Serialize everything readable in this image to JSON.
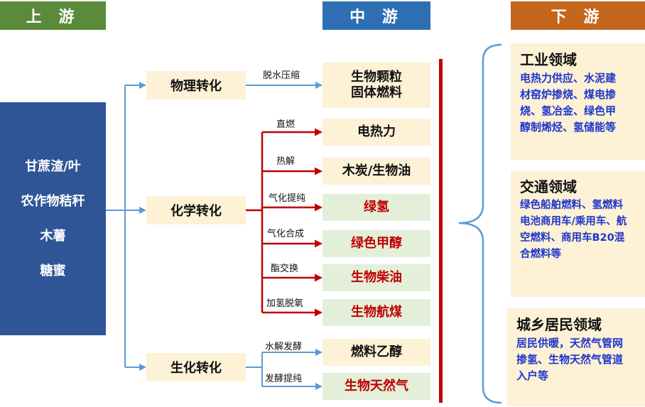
{
  "headers": {
    "upstream": "上 游",
    "midstream": "中 游",
    "downstream": "下 游"
  },
  "feedstocks": [
    "甘蔗渣/叶",
    "农作物秸秆",
    "木薯",
    "糖蜜"
  ],
  "processes": {
    "physical": "物理转化",
    "chemical": "化学转化",
    "biochemical": "生化转化"
  },
  "routes": {
    "dewater": "脱水压缩",
    "direct": "直燃",
    "pyrolysis": "热解",
    "gasify_purify": "气化提纯",
    "gasify_synth": "气化合成",
    "transester": "酯交换",
    "hydro_deox": "加氢脱氧",
    "hydrolysis_ferment": "水解发酵",
    "ferment_purify": "发酵提纯"
  },
  "products": {
    "pellet_line1": "生物颗粒",
    "pellet_line2": "固体燃料",
    "heat_power": "电热力",
    "charcoal_oil": "木炭/生物油",
    "green_h2": "绿氢",
    "green_methanol": "绿色甲醇",
    "biodiesel": "生物柴油",
    "saf": "生物航煤",
    "ethanol": "燃料乙醇",
    "biogas": "生物天然气"
  },
  "downstream": {
    "industry": {
      "title": "工业领域",
      "lines": [
        "电热力供应、水泥建",
        "材窑炉掺烧、煤电掺",
        "烧、氢冶金、绿色甲",
        "醇制烯烃、氢储能等"
      ]
    },
    "transport": {
      "title": "交通领域",
      "lines": [
        "绿色船舶燃料、氢燃料",
        "电池商用车/乘用车、航",
        "空燃料、商用车B20混",
        "合燃料等"
      ]
    },
    "residential": {
      "title": "城乡居民领域",
      "lines": [
        "居民供暖，天然气管网",
        "掺氢、生物天然气管道",
        "入户等"
      ]
    }
  },
  "colors": {
    "arrow_blue": "#5b9bd5",
    "arrow_red": "#c00000",
    "header_up": "#5a8a3a",
    "header_mid": "#2e6fb3",
    "header_down": "#c5661d",
    "source_fill": "#2f5597"
  }
}
